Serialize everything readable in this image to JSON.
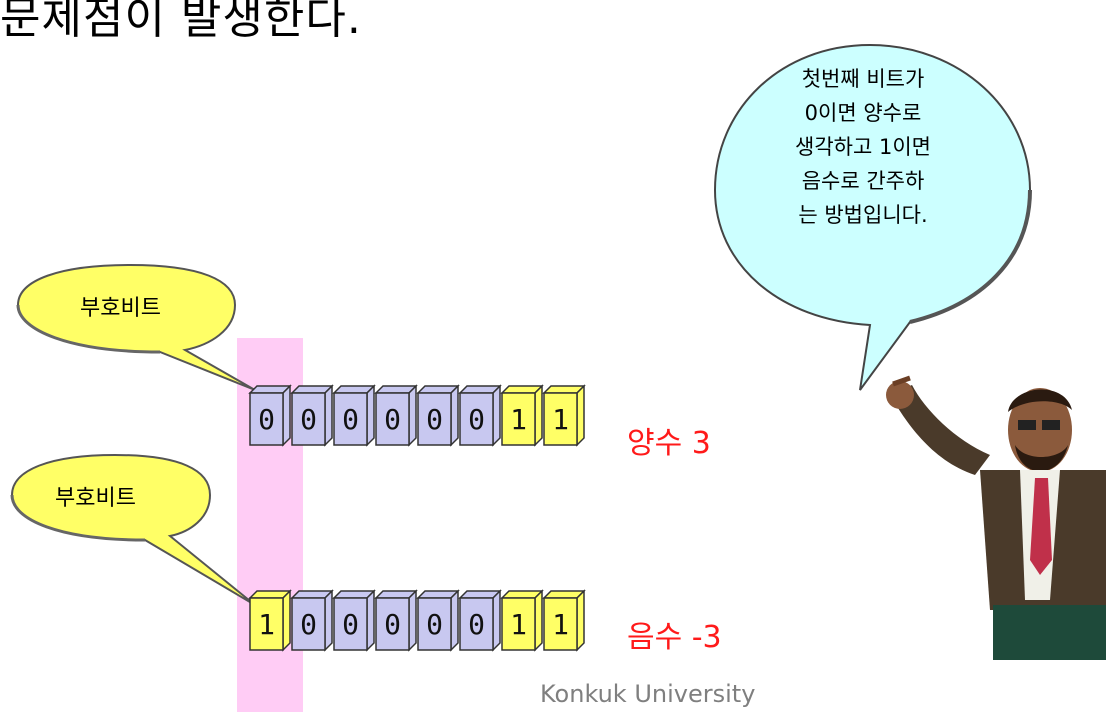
{
  "heading": "문제점이 발생한다.",
  "footer": "Konkuk University",
  "speech_bubble": {
    "lines": [
      "첫번째 비트가",
      "0이면 양수로",
      "생각하고 1이면",
      "음수로 간주하",
      "는 방법입니다."
    ]
  },
  "callouts": {
    "top": "부호비트",
    "bottom": "부호비트"
  },
  "rows": [
    {
      "bits": [
        "0",
        "0",
        "0",
        "0",
        "0",
        "0",
        "1",
        "1"
      ],
      "label": "양수 3"
    },
    {
      "bits": [
        "1",
        "0",
        "0",
        "0",
        "0",
        "0",
        "1",
        "1"
      ],
      "label": "음수 -3"
    }
  ],
  "colors": {
    "zero_bit": "#c8c8f0",
    "one_bit": "#ffff66",
    "sign_highlight": "#ffccf5",
    "callout_fill": "#ffff66",
    "bubble_fill": "#ccffff",
    "label_color": "#ff1a1a"
  }
}
